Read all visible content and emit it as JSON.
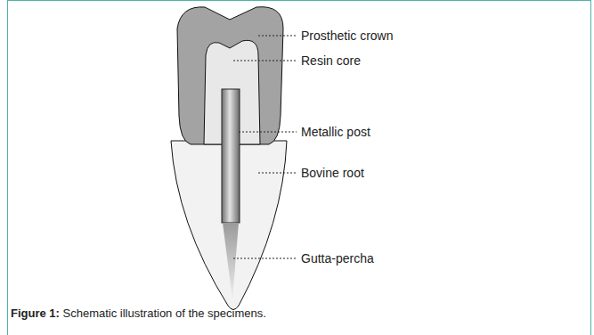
{
  "diagram": {
    "caption": "Figure 1: Schematic illustration of the specimens.",
    "labels": [
      "Prosthetic crown",
      "Resin core",
      "Metallic post",
      "Bovine root",
      "Gutta-percha"
    ]
  }
}
